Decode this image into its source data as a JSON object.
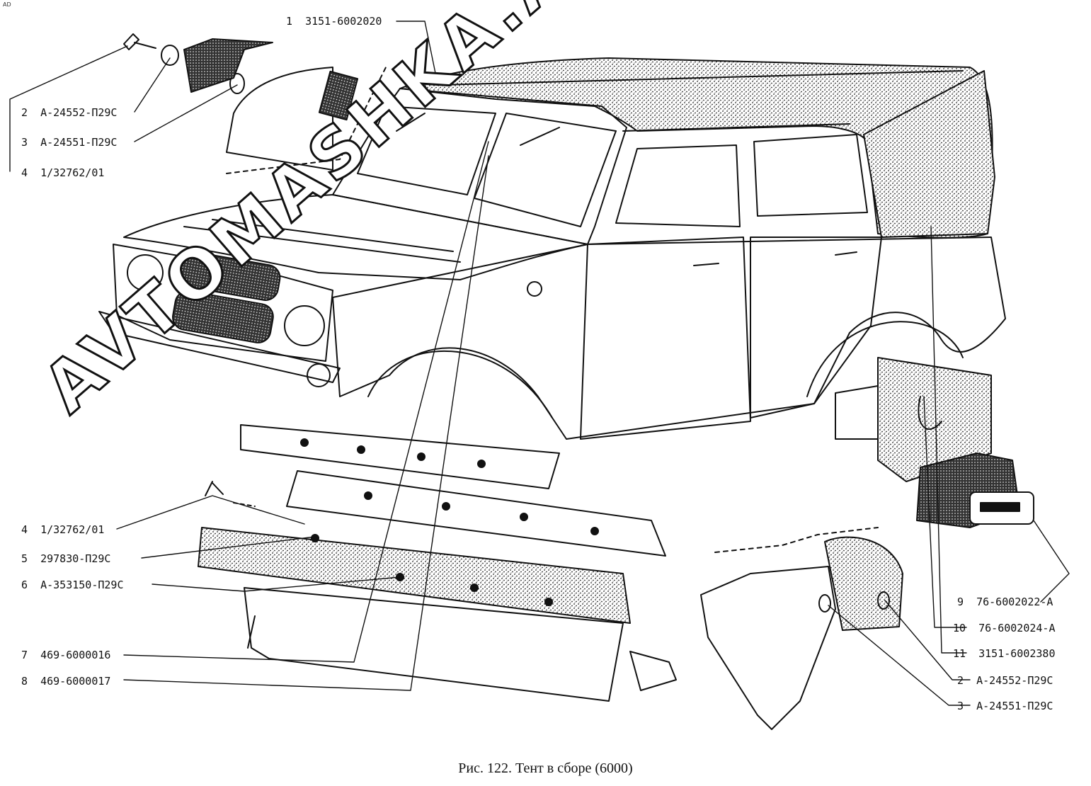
{
  "corner_mark": "AD",
  "caption": "Рис. 122. Тент в сборе (6000)",
  "watermark": "AVTOMASHKA.ACAT.ONLINE",
  "callouts": {
    "top_left": [
      {
        "num": "1",
        "code": "3151-6002020"
      },
      {
        "num": "2",
        "code": "А-24552-П29С"
      },
      {
        "num": "3",
        "code": "А-24551-П29С"
      },
      {
        "num": "4",
        "code": "1/32762/01"
      }
    ],
    "bottom_left": [
      {
        "num": "4",
        "code": "1/32762/01"
      },
      {
        "num": "5",
        "code": "297830-П29С"
      },
      {
        "num": "6",
        "code": "А-353150-П29С"
      },
      {
        "num": "7",
        "code": "469-6000016"
      },
      {
        "num": "8",
        "code": "469-6000017"
      }
    ],
    "right": [
      {
        "num": "9",
        "code": "76-6002022-А"
      },
      {
        "num": "10",
        "code": "76-6002024-А"
      },
      {
        "num": "11",
        "code": "3151-6002380"
      },
      {
        "num": "2",
        "code": "А-24552-П29С"
      },
      {
        "num": "3",
        "code": "А-24551-П29С"
      }
    ]
  }
}
